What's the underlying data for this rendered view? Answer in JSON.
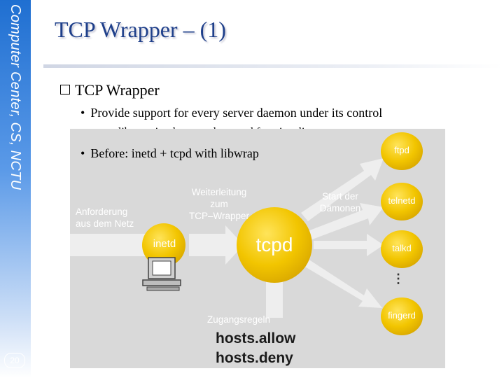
{
  "sidebar": {
    "text": "Computer Center, CS, NCTU",
    "page_number": "20"
  },
  "title": "TCP Wrapper – (1)",
  "bullets": {
    "main": "TCP Wrapper",
    "sub1": "Provide support for every server daemon under its control",
    "sub1_sub": "libwrap implements the actual functionality",
    "sub2": "Before: inetd + tcpd with libwrap"
  },
  "diagram": {
    "left_label": [
      "Anforderung",
      "aus dem Netz"
    ],
    "mid_label": [
      "Weiterleitung",
      "zum",
      "TCP–Wrapper"
    ],
    "right_label": [
      "Start der",
      "Dämonen"
    ],
    "bottom_label": "Zugangsregeln",
    "inetd": "inetd",
    "tcpd": "tcpd",
    "daemons": [
      "ftpd",
      "telnetd",
      "talkd",
      "fingerd"
    ],
    "ellipsis": "⋮",
    "hosts_allow": "hosts.allow",
    "hosts_deny": "hosts.deny",
    "colors": {
      "node": "#f2c500",
      "arrow": "#eeeeee",
      "background": "#d9d9d9"
    }
  }
}
